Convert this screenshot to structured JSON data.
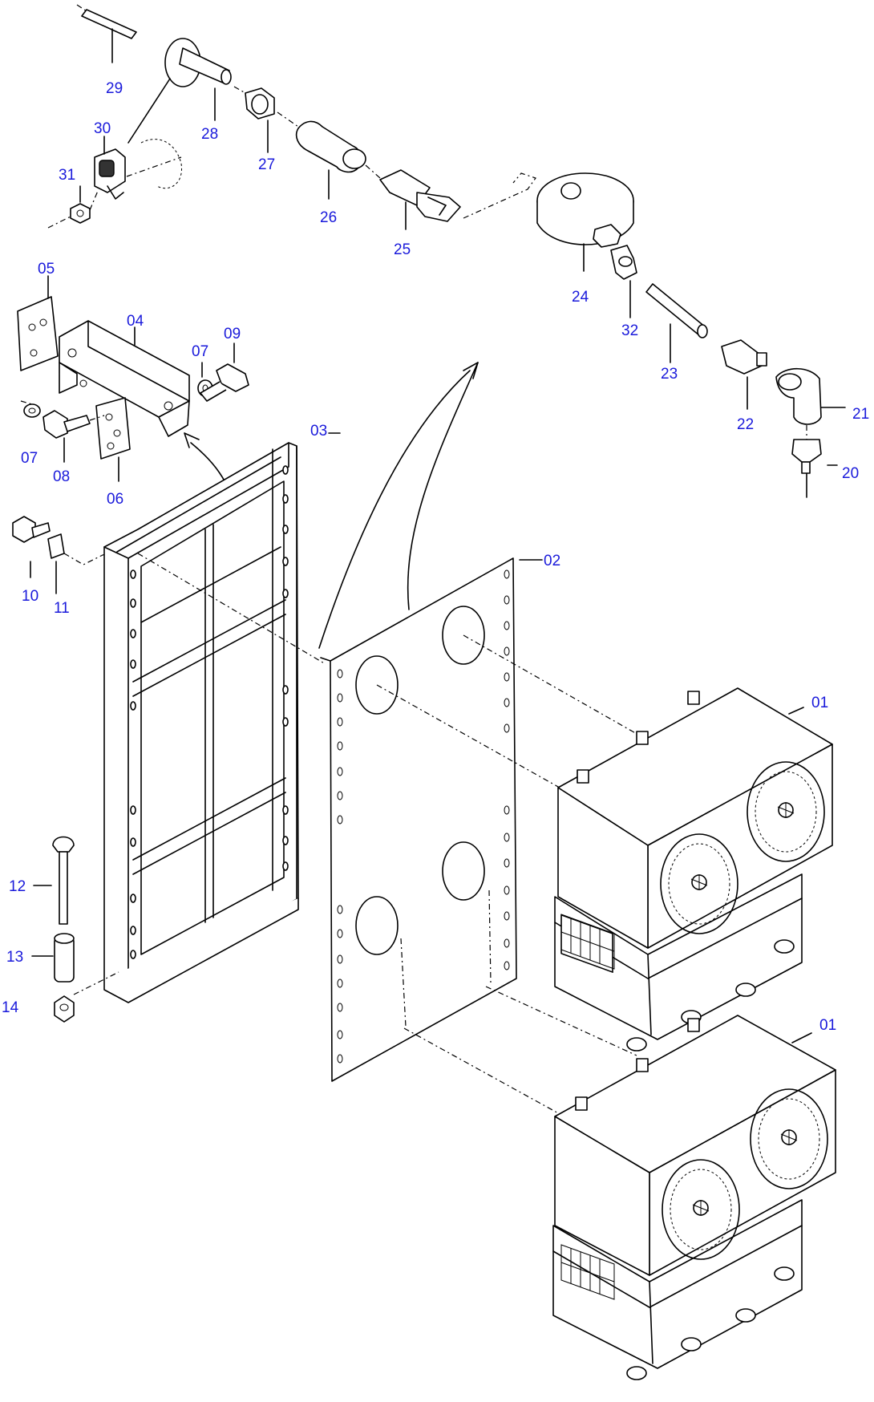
{
  "diagram": {
    "labels": {
      "l01a": "01",
      "l01b": "01",
      "l02": "02",
      "l03": "03",
      "l04": "04",
      "l05": "05",
      "l06": "06",
      "l07a": "07",
      "l07b": "07",
      "l08": "08",
      "l09": "09",
      "l10": "10",
      "l11": "11",
      "l12": "12",
      "l13": "13",
      "l14": "14",
      "l20": "20",
      "l21": "21",
      "l22": "22",
      "l23": "23",
      "l24": "24",
      "l25": "25",
      "l26": "26",
      "l27": "27",
      "l28": "28",
      "l29": "29",
      "l30": "30",
      "l31": "31",
      "l32": "32"
    }
  }
}
